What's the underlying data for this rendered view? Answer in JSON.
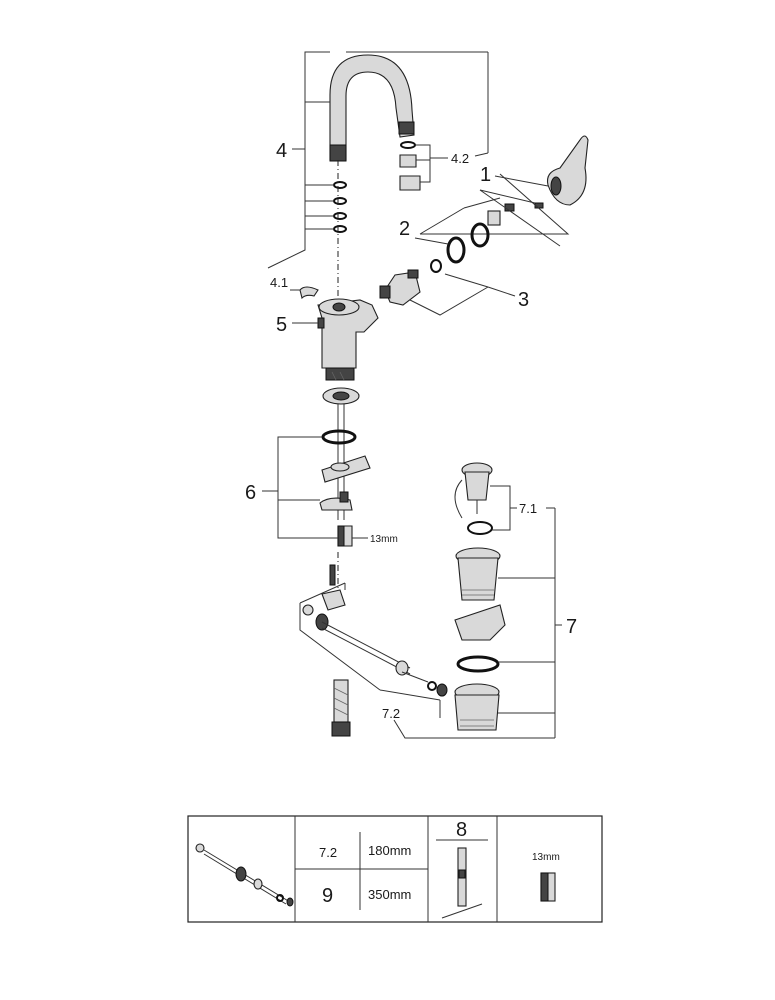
{
  "callouts": {
    "c1": "1",
    "c2": "2",
    "c3": "3",
    "c4": "4",
    "c4_1": "4.1",
    "c4_2": "4.2",
    "c5": "5",
    "c6": "6",
    "c7": "7",
    "c7_1": "7.1",
    "c7_2": "7.2",
    "wrench_size": "13mm"
  },
  "legend_table": {
    "row1_key": "7.2",
    "row1_len": "180mm",
    "row2_key": "9",
    "row2_len": "350mm",
    "tool_key": "8",
    "nut_size": "13mm"
  }
}
